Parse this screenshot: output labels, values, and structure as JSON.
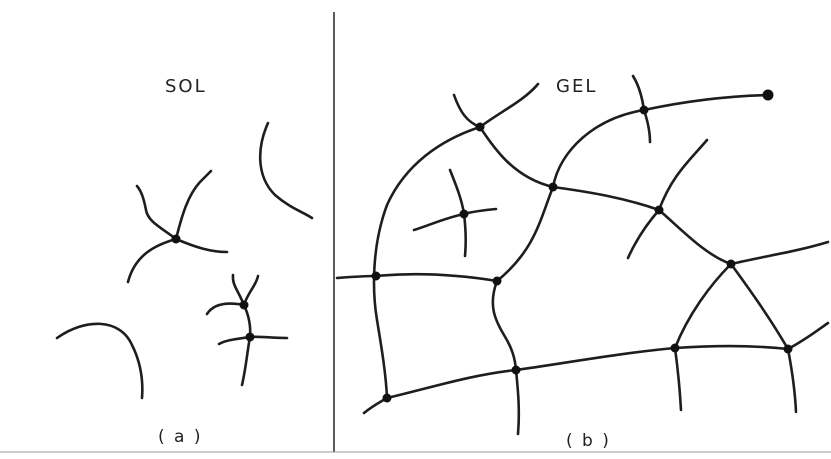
{
  "panels": [
    {
      "title": "SOL",
      "caption": "( a )"
    },
    {
      "title": "GEL",
      "caption": "( b )"
    }
  ],
  "colors": {
    "ink": "#1e1e1e",
    "paper": "#ffffff"
  }
}
